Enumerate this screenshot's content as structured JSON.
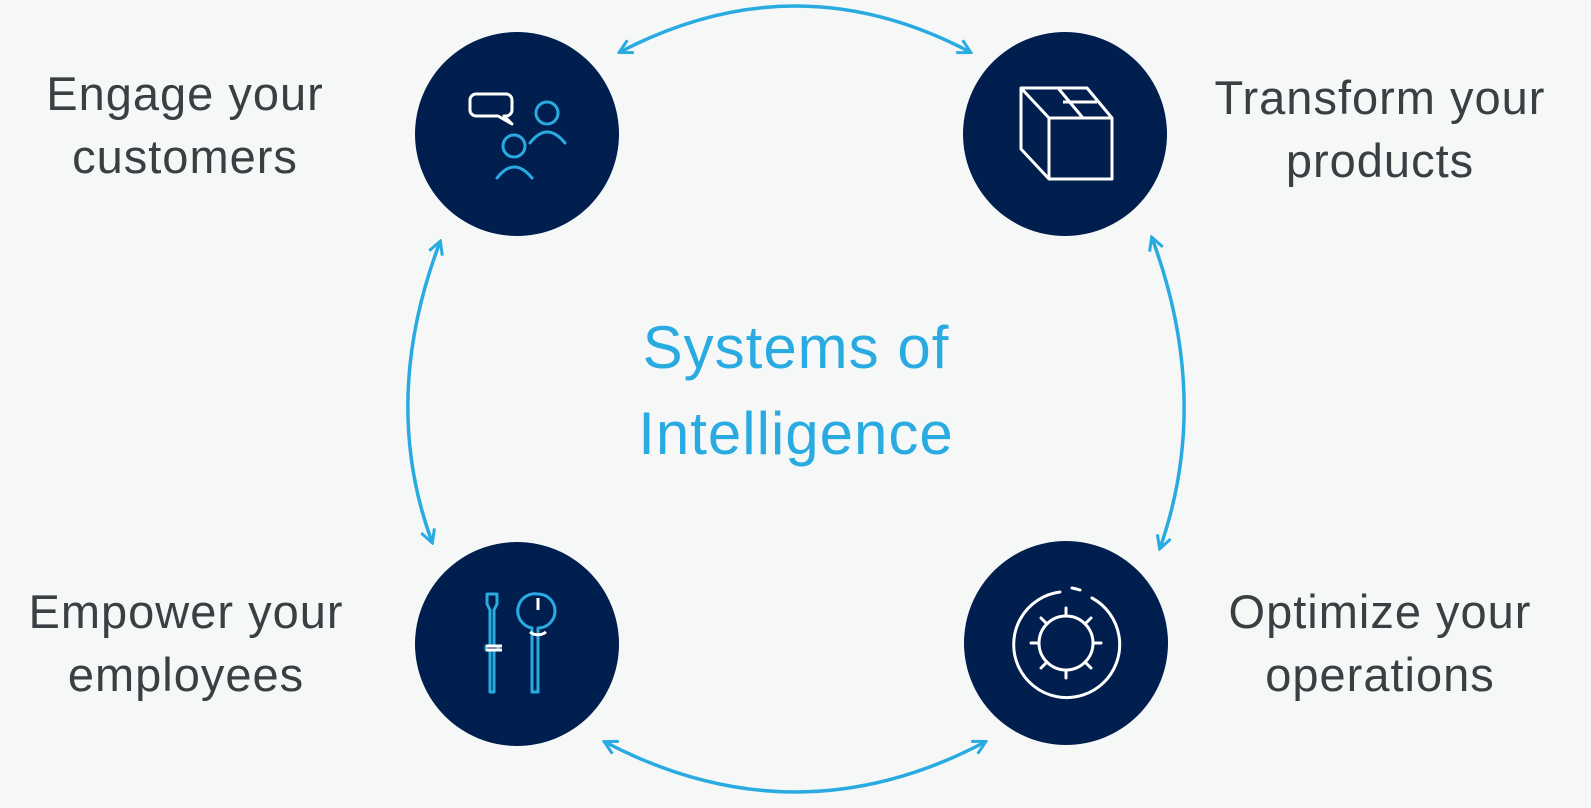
{
  "colors": {
    "background": "#f6f7f7",
    "node_fill": "#001f4e",
    "accent": "#29abe2",
    "label_text": "#3a3f44",
    "icon_stroke_primary": "#29abe2",
    "icon_stroke_secondary": "#ffffff"
  },
  "center": {
    "line1": "Systems of",
    "line2": "Intelligence"
  },
  "nodes": [
    {
      "id": "customers",
      "icon": "people-chat-icon",
      "label_line1": "Engage your",
      "label_line2": "customers"
    },
    {
      "id": "products",
      "icon": "box-icon",
      "label_line1": "Transform your",
      "label_line2": "products"
    },
    {
      "id": "employees",
      "icon": "tools-icon",
      "label_line1": "Empower your",
      "label_line2": "employees"
    },
    {
      "id": "operations",
      "icon": "gear-cycle-icon",
      "label_line1": "Optimize your",
      "label_line2": "operations"
    }
  ]
}
